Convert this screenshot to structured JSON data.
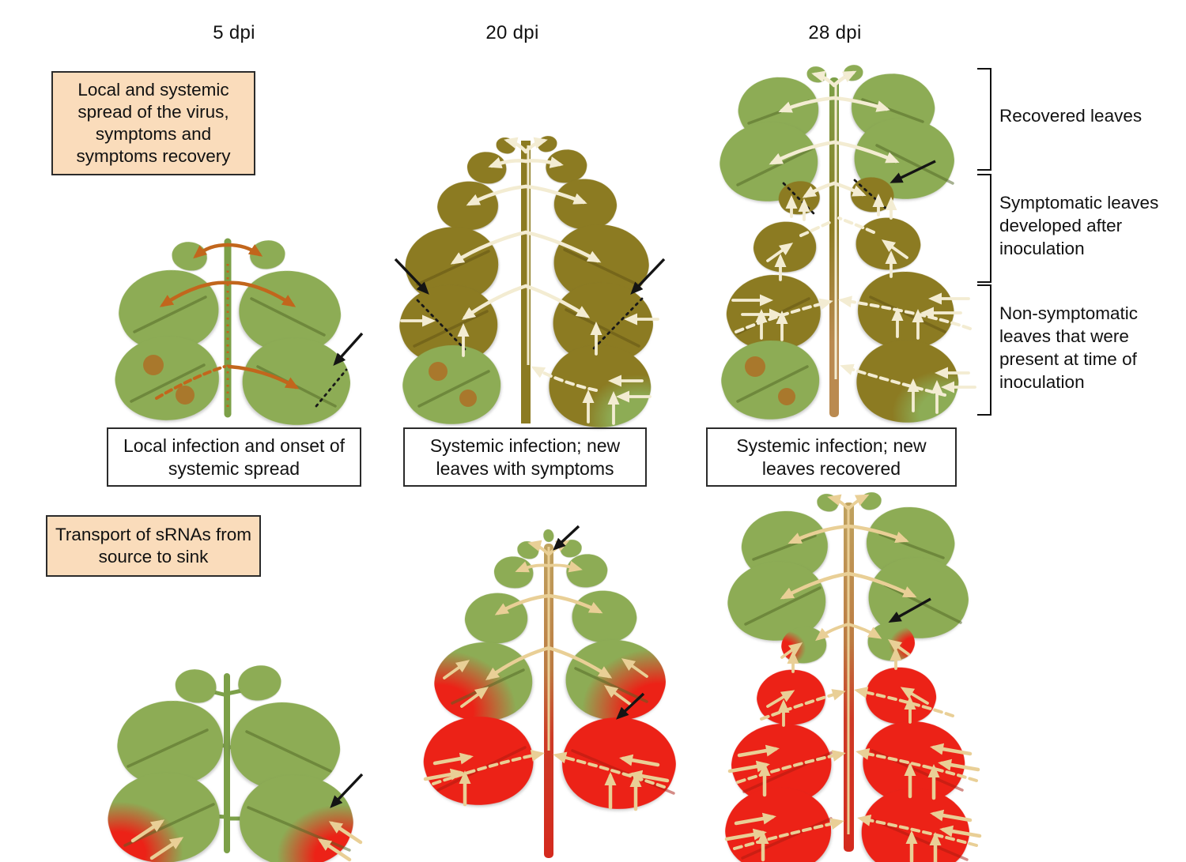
{
  "figure": {
    "columns": [
      "5 dpi",
      "20 dpi",
      "28 dpi"
    ],
    "row_headers": {
      "virus": "Local and systemic spread of the virus, symptoms and symptoms recovery",
      "srna": "Transport of sRNAs from source to sink"
    },
    "captions": {
      "dpi5": "Local infection and onset of systemic spread",
      "dpi20": "Systemic infection; new leaves with symptoms",
      "dpi28": "Systemic infection; new leaves recovered"
    },
    "leaf_groups": [
      "Recovered leaves",
      "Symptomatic leaves developed after inoculation",
      "Non-symptomatic leaves that were present at time of inoculation"
    ]
  },
  "colors": {
    "leaf_green": "#8DAC55",
    "leaf_olive": "#8C7B22",
    "leaf_red": "#EC2217",
    "stem_green": "#7CA048",
    "stem_tan": "#BA8A50",
    "stem_red": "#CE3A26",
    "arrow_orange": "#C2661C",
    "arrow_cream": "#F3ECD2",
    "arrow_tan": "#E9CF96",
    "spot_brown": "#A9782C",
    "box_peach": "#FADCBB",
    "ink": "#111111"
  }
}
